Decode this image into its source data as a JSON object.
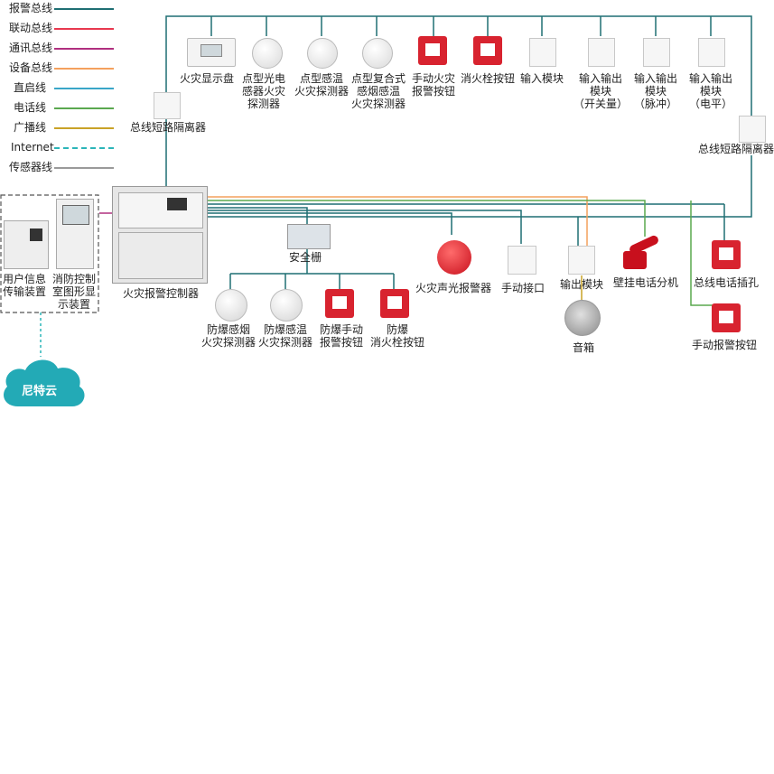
{
  "legend": [
    {
      "label": "报警总线",
      "color": "#1f6f73",
      "style": "solid"
    },
    {
      "label": "联动总线",
      "color": "#e8384f",
      "style": "solid"
    },
    {
      "label": "通讯总线",
      "color": "#b0307f",
      "style": "solid"
    },
    {
      "label": "设备总线",
      "color": "#f4a15d",
      "style": "solid"
    },
    {
      "label": "直启线",
      "color": "#3aa6c8",
      "style": "solid"
    },
    {
      "label": "电话线",
      "color": "#5aa84f",
      "style": "solid"
    },
    {
      "label": "广播线",
      "color": "#c9a227",
      "style": "solid"
    },
    {
      "label": "Internet",
      "color": "#2bb5b8",
      "style": "dashed"
    },
    {
      "label": "传感器线",
      "color": "#9a9a9a",
      "style": "solid"
    }
  ],
  "devices": {
    "fire_display": "火灾显示盘",
    "photo_smoke": "点型光电\n感器火灾\n探测器",
    "heat_detector": "点型感温\n火灾探测器",
    "composite_detector": "点型复合式\n感烟感温\n火灾探测器",
    "manual_alarm": "手动火灾\n报警按钮",
    "hydrant_button": "消火栓按钮",
    "input_module": "输入模块",
    "io_switch": "输入输出\n模块\n（开关量）",
    "io_pulse": "输入输出\n模块\n（脉冲）",
    "io_level": "输入输出\n模块\n（电平）",
    "isolator_left": "总线短路隔离器",
    "isolator_right": "总线短路隔离器",
    "user_info": "用户信息\n传输装置",
    "control_room": "消防控制\n室图形显\n示装置",
    "controller": "火灾报警控制器",
    "safety_barrier": "安全栅",
    "ex_smoke": "防爆感烟\n火灾探测器",
    "ex_heat": "防爆感温\n火灾探测器",
    "ex_manual": "防爆手动\n报警按钮",
    "ex_hydrant": "防爆\n消火栓按钮",
    "strobe": "火灾声光报警器",
    "manual_interface": "手动接口",
    "output_module": "输出模块",
    "speaker": "音箱",
    "wall_phone": "壁挂电话分机",
    "phone_jack": "总线电话插孔",
    "manual_button": "手动报警按钮",
    "cloud": "尼特云"
  }
}
